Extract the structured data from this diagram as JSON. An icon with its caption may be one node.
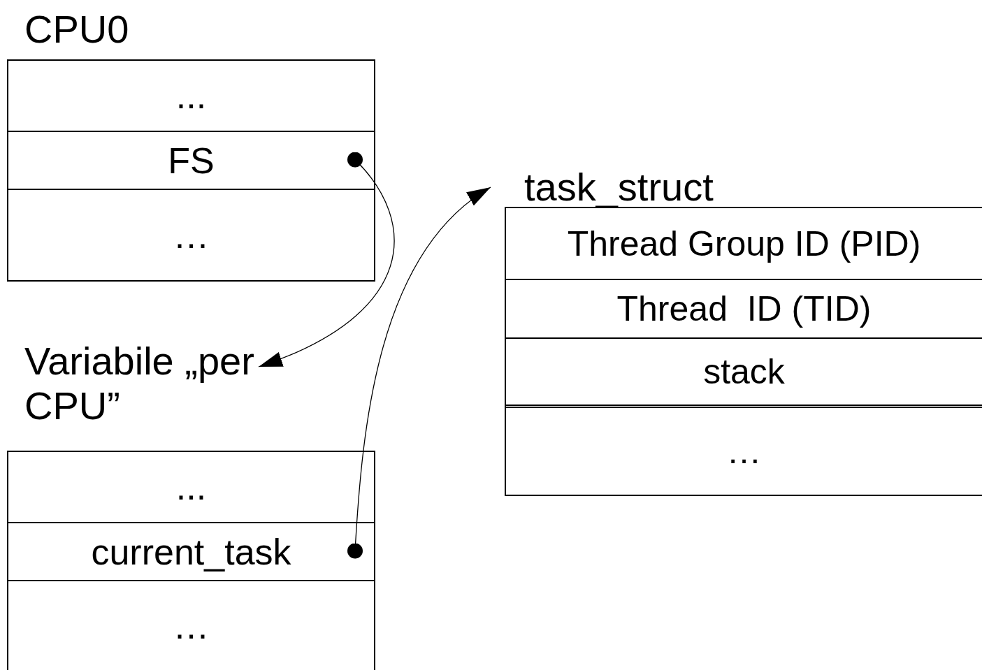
{
  "diagram": {
    "nodes": [
      {
        "text": [
          "CPU0"
        ]
      },
      {
        "text": [
          "..."
        ],
        "in": 0
      },
      {
        "text": [
          "FS"
        ],
        "in": 0
      },
      {
        "text": [
          "…"
        ],
        "in": 0
      },
      {
        "text": [
          "Variabile „per CPU”"
        ]
      },
      {
        "text": [
          "..."
        ],
        "in": 4
      },
      {
        "text": [
          "current_task"
        ],
        "in": 4
      },
      {
        "text": [
          "…"
        ],
        "in": 4
      },
      {
        "text": [
          "task_struct"
        ]
      },
      {
        "text": [
          "Thread Group ID (PID)"
        ],
        "in": 8
      },
      {
        "text": [
          "Thread  ID (TID)"
        ],
        "in": 8
      },
      {
        "text": [
          "stack"
        ],
        "in": 8
      },
      {
        "text": [
          "…"
        ],
        "in": 8
      }
    ],
    "edges": [
      {
        "from": 2,
        "to": 4,
        "arrow": "to"
      },
      {
        "from": 6,
        "to": 8,
        "arrow": "to"
      }
    ]
  }
}
